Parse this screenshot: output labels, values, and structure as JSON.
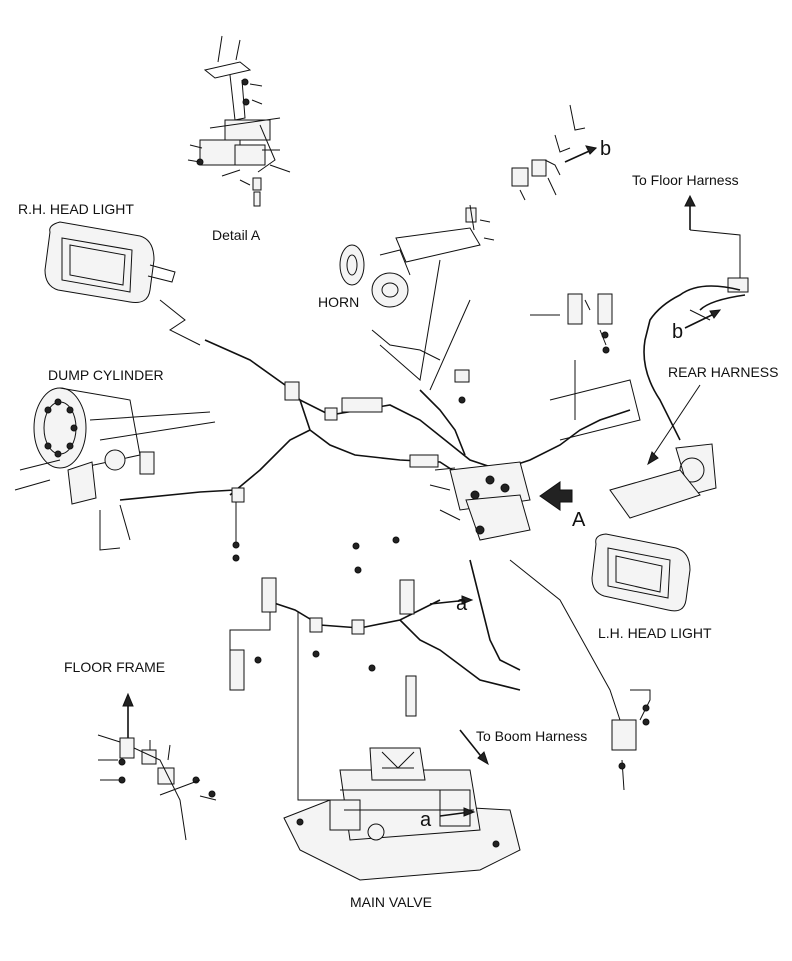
{
  "labels": {
    "rh_head_light": "R.H. HEAD LIGHT",
    "detail_a": "Detail A",
    "horn": "HORN",
    "to_floor_harness": "To Floor Harness",
    "b_callout_top": "b",
    "b_callout_right": "b",
    "dump_cylinder": "DUMP CYLINDER",
    "rear_harness": "REAR HARNESS",
    "detail_marker": "A",
    "a_callout_center": "a",
    "a_callout_valve": "a",
    "lh_head_light": "L.H. HEAD LIGHT",
    "floor_frame": "FLOOR FRAME",
    "to_boom_harness": "To Boom Harness",
    "main_valve": "MAIN VALVE"
  },
  "colors": {
    "line": "#111111",
    "background": "#ffffff"
  }
}
